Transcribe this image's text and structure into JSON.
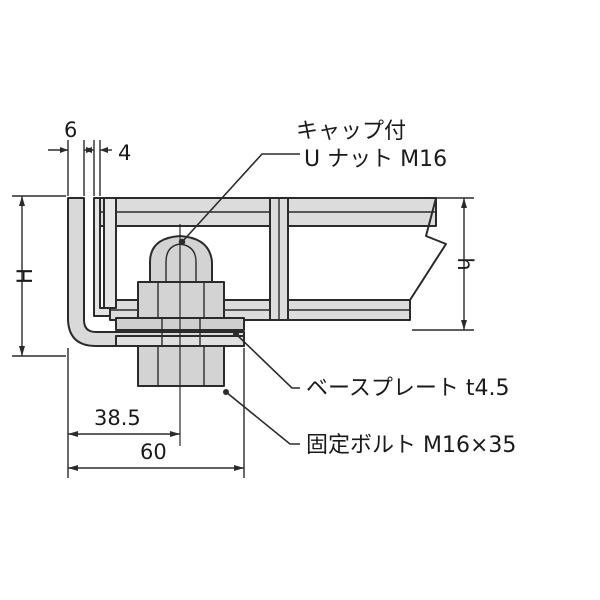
{
  "diagram": {
    "dimensions": {
      "flange_thickness": "6",
      "clearance": "4",
      "height_total": "H",
      "height_grating": "h",
      "bolt_offset": "38.5",
      "overall_width": "60"
    },
    "callouts": {
      "cap_nut_line1": "キャップ付",
      "cap_nut_line2": "U ナット M16",
      "base_plate": "ベースプレート t4.5",
      "fixing_bolt": "固定ボルト M16×35"
    },
    "colors": {
      "fill": "#d7d7d7",
      "fill_light": "#e9e9e9",
      "line": "#2b2b2b"
    }
  }
}
